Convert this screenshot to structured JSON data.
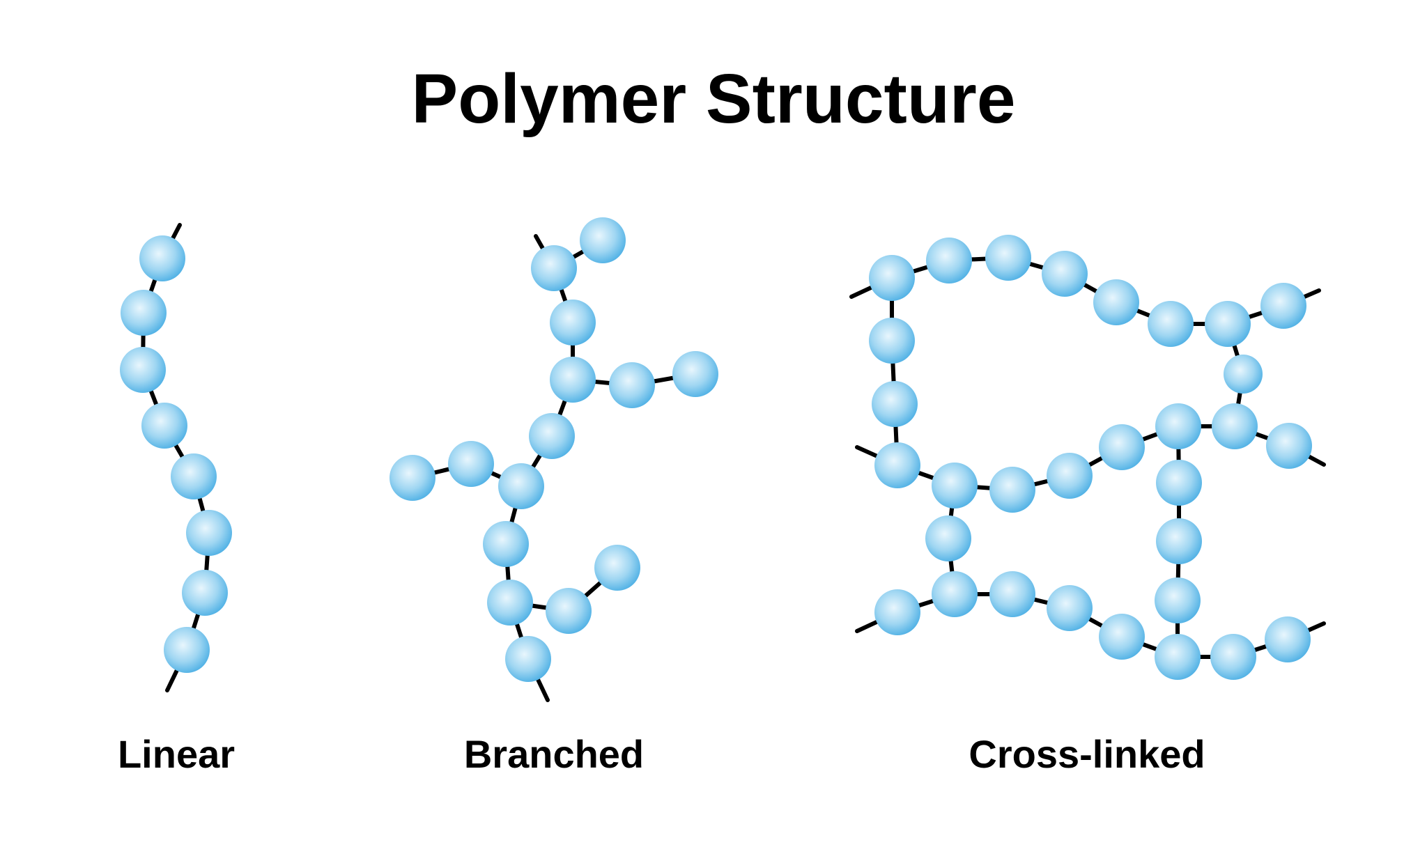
{
  "title": "Polymer Structure",
  "labels": {
    "linear": "Linear",
    "branched": "Branched",
    "crosslinked": "Cross-linked"
  },
  "colors": {
    "bead_light": "#e8f6fd",
    "bead_mid": "#9fd6f2",
    "bead_dark": "#4aaee4",
    "bond": "#000000",
    "text": "#000000"
  }
}
